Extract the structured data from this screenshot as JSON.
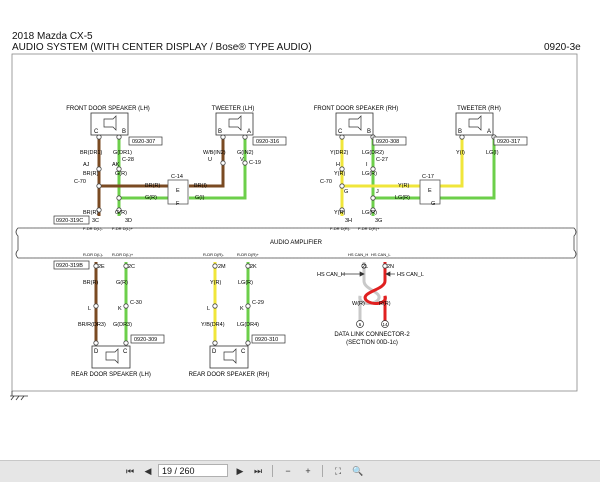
{
  "header": {
    "model": "2018 Mazda CX-5",
    "title": "AUDIO SYSTEM (WITH CENTER DISPLAY / Bose® TYPE AUDIO)",
    "code": "0920-3e"
  },
  "components": {
    "fl_speaker": "FRONT DOOR SPEAKER (LH)",
    "tw_lh": "TWEETER (LH)",
    "fr_speaker": "FRONT DOOR SPEAKER (RH)",
    "tw_rh": "TWEETER (RH)",
    "amp": "AUDIO AMPLIFIER",
    "rl_speaker": "REAR DOOR SPEAKER (LH)",
    "rr_speaker": "REAR DOOR SPEAKER (RH)",
    "dlc_1": "DATA LINK CONNECTOR-2",
    "dlc_2": "(SECTION 00D-1c)"
  },
  "refs": {
    "r307": "0920-307",
    "r316": "0920-316",
    "r308": "0920-308",
    "r317": "0920-317",
    "r319c": "0920-319C",
    "r319b": "0920-319B",
    "r309": "0920-309",
    "r310": "0920-310"
  },
  "labels": {
    "C": "C",
    "B": "B",
    "A": "A",
    "D": "D",
    "c28": "C-28",
    "c70": "C-70",
    "c14": "C-14",
    "c19": "C-19",
    "c27": "C-27",
    "c17": "C-17",
    "c30": "C-30",
    "c29": "C-29",
    "aj": "AJ",
    "ak": "AK",
    "u": "U",
    "v": "V",
    "h": "H",
    "i": "I",
    "f": "F",
    "e": "E",
    "g": "G",
    "j": "J",
    "k": "K",
    "l": "L",
    "n3c": "3C",
    "n3d": "3D",
    "n3h": "3H",
    "n3g": "3G",
    "n2e": "2E",
    "n2c": "2C",
    "n2m": "2M",
    "n2k": "2K",
    "n2l": "2L",
    "n2n": "2N",
    "d_c": "C",
    "d_d": "D",
    "br_dr1": "BR(DR1)",
    "g_dr1": "G(DR1)",
    "br_r": "BR(R)",
    "g_r": "G(R)",
    "w_b_in2": "W/B(IN2)",
    "g_in2": "G(IN2)",
    "br_i": "BR(I)",
    "g_i": "G(I)",
    "y_dr2": "Y(DR2)",
    "lg_dr2": "LG(DR2)",
    "y_r": "Y(R)",
    "lg_r": "LG(R)",
    "y_i": "Y(I)",
    "lg_i": "LG(I)",
    "br_r_dr3": "BR/R(DR3)",
    "g_dr3": "G(DR3)",
    "y_b_dr4": "Y/B(DR4)",
    "lg_dr4": "LG(DR4)",
    "w_r": "W(R)",
    "r_r": "R(R)",
    "hs_can_h": "HS CAN_H",
    "hs_can_l": "HS CAN_L",
    "p_fl": "F-DR D(L)-",
    "p_fl2": "F-DR D(L)+",
    "p_fr": "F-DR D(R)-",
    "p_fr2": "F-DR D(R)+",
    "p_rl": "R-DR D(L)-",
    "p_rl2": "R-DR D(L)+",
    "p_rr": "R-DR D(R)-",
    "p_rr2": "R-DR D(R)+",
    "p_canh": "HS CAN_H",
    "p_canl": "HS CAN_L"
  },
  "viewer": {
    "page": "19 / 260",
    "first": "⏮",
    "prev": "◀",
    "next": "▶",
    "last": "⏭",
    "zoom_out": "−",
    "zoom_in": "+",
    "fit": "⛶",
    "search": "🔍"
  },
  "colors": {
    "brown": "#7a4a22",
    "green": "#6ccf4a",
    "yellow": "#f0e63a",
    "red": "#e02020",
    "white_wire": "#dcdcdc",
    "amp_fill": "#ffffff"
  }
}
